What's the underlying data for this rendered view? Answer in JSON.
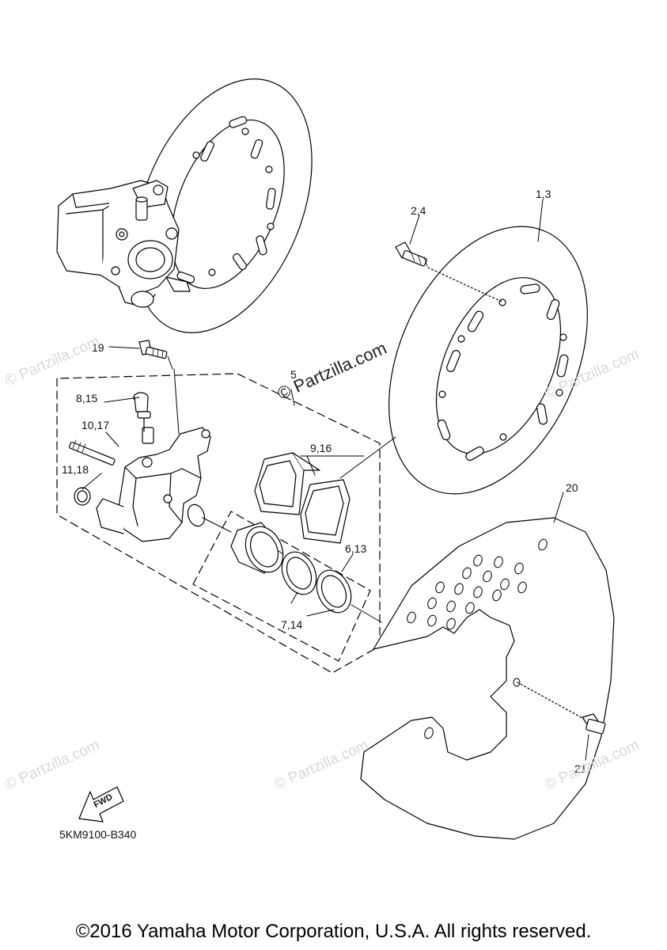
{
  "callouts": {
    "c1_3": "1,3",
    "c2_4": "2,4",
    "c5": "5",
    "c6_13": "6,13",
    "c7_14": "7,14",
    "c8_15": "8,15",
    "c9_16": "9,16",
    "c10_17": "10,17",
    "c11_18": "11,18",
    "c19": "19",
    "c20": "20",
    "c21": "21"
  },
  "watermark_text": "© Partzilla.com",
  "fwd_label": "FWD",
  "diagram_code": "5KM9100-B340",
  "copyright": "©2016 Yamaha Motor Corporation, U.S.A. All rights reserved."
}
